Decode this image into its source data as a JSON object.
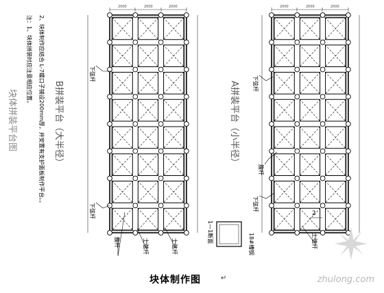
{
  "title": "块体制作图",
  "title_return_mark": "↵",
  "notes": {
    "line1": "注：1、块体拼装时应注意相应位置。",
    "line2": "2、块体制作应结合 L-7螺口子铺设200mm厚，并安置有支护面板制作平台。。"
  },
  "platform_b": {
    "name": "B拼装平台（大半径）",
    "caption": "块体拼装平台图",
    "top_dims": [
      "2000",
      "2000",
      "2000"
    ],
    "labels": {
      "lower_chord_1": "下弦杆",
      "lower_chord_2": "下弦杆",
      "web_member": "腹杆",
      "upper_chord_1": "上弦杆",
      "upper_chord_2": "上弦杆"
    }
  },
  "platform_a": {
    "name": "A拼装平台（小半径）",
    "top_dims": [
      "2000",
      "2000",
      "2000"
    ],
    "labels": {
      "lower_chord_1": "下弦杆",
      "lower_chord_2": "下弦杆",
      "web_member": "腹杆",
      "upper_chord": "上弦杆",
      "section_num": "2"
    }
  },
  "section": {
    "label": "1—1断面",
    "steel": "18#槽钢"
  },
  "watermark": "zhulong.com"
}
